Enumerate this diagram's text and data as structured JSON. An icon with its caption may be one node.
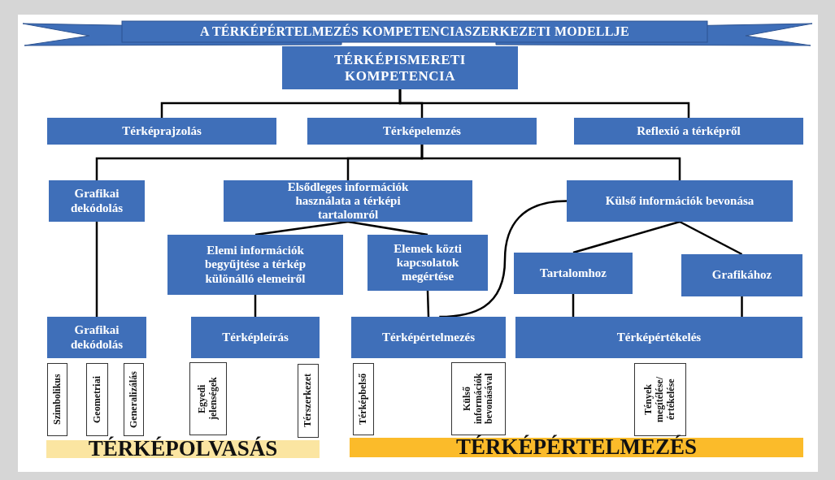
{
  "diagram": {
    "title": "A TÉRKÉPÉRTELMEZÉS KOMPETENCIASZERKEZETI MODELLJE",
    "nodes": [
      {
        "text": [
          "TÉRKÉPISMERETI KOMPETENCIA"
        ]
      },
      {
        "text": [
          "Térképrajzolás"
        ]
      },
      {
        "text": [
          "Térképelemzés"
        ]
      },
      {
        "text": [
          "Reflexió a térképről"
        ]
      },
      {
        "text": [
          "Grafikai dekódolás"
        ]
      },
      {
        "text": [
          "Elsődleges információk használata a térképi tartalomról"
        ]
      },
      {
        "text": [
          "Külső információk bevonása"
        ]
      },
      {
        "text": [
          "Elemi információk begyűjtése a térkép különálló elemeiről"
        ]
      },
      {
        "text": [
          "Elemek közti kapcsolatok megértése"
        ]
      },
      {
        "text": [
          "Tartalomhoz"
        ]
      },
      {
        "text": [
          "Grafikához"
        ]
      },
      {
        "text": [
          "Grafikai dekódolás"
        ]
      },
      {
        "text": [
          "Térképleírás"
        ]
      },
      {
        "text": [
          "Térképértelmezés"
        ]
      },
      {
        "text": [
          "Térképértékelés"
        ]
      },
      {
        "text": [
          "Szimbolikus"
        ]
      },
      {
        "text": [
          "Geometriai"
        ]
      },
      {
        "text": [
          "Generalizálás"
        ]
      },
      {
        "text": [
          "Egyedi jelenségek"
        ]
      },
      {
        "text": [
          "Térszerkezet"
        ]
      },
      {
        "text": [
          "Térképbelső"
        ]
      },
      {
        "text": [
          "Külső információk bevonásával"
        ]
      },
      {
        "text": [
          "Tények megítélése/ értékelése"
        ]
      },
      {
        "text": [
          "TÉRKÉPOLVASÁS"
        ]
      },
      {
        "text": [
          "TÉRKÉPÉRTELMEZÉS"
        ]
      }
    ],
    "edges": [
      {
        "from": 0,
        "to": 1,
        "arrow": "none"
      },
      {
        "from": 0,
        "to": 2,
        "arrow": "none"
      },
      {
        "from": 0,
        "to": 3,
        "arrow": "none"
      },
      {
        "from": 2,
        "to": 4,
        "arrow": "none"
      },
      {
        "from": 2,
        "to": 5,
        "arrow": "none"
      },
      {
        "from": 2,
        "to": 6,
        "arrow": "none"
      },
      {
        "from": 4,
        "to": 11,
        "arrow": "none"
      },
      {
        "from": 5,
        "to": 7,
        "arrow": "none"
      },
      {
        "from": 5,
        "to": 8,
        "arrow": "none"
      },
      {
        "from": 7,
        "to": 12,
        "arrow": "none"
      },
      {
        "from": 8,
        "to": 13,
        "arrow": "none"
      },
      {
        "from": 6,
        "to": 13,
        "arrow": "none"
      },
      {
        "from": 6,
        "to": 9,
        "arrow": "none"
      },
      {
        "from": 6,
        "to": 10,
        "arrow": "none"
      },
      {
        "from": 9,
        "to": 14,
        "arrow": "none"
      },
      {
        "from": 10,
        "to": 14,
        "arrow": "none"
      }
    ]
  }
}
